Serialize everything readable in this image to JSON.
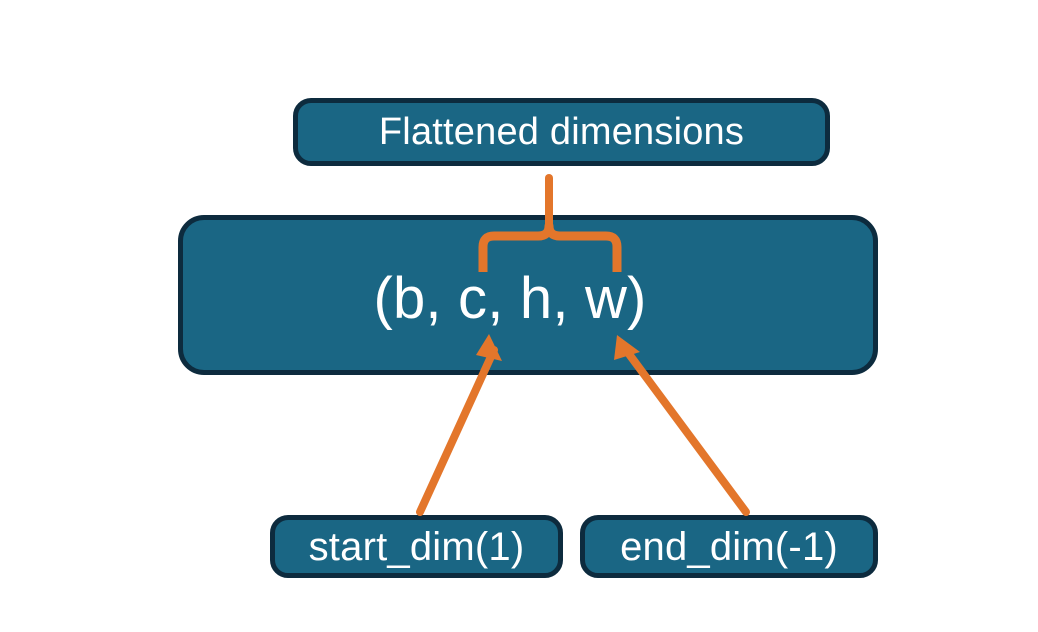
{
  "diagram": {
    "title_text": "Flattened dimensions",
    "shape_text": "(b, c, h, w)",
    "start_dim_text": "start_dim(1)",
    "end_dim_text": "end_dim(-1)",
    "colors": {
      "node_fill": "#1a6684",
      "node_border": "#0d2b3e",
      "node_text": "#ffffff",
      "connector": "#e3762b",
      "background": "#ffffff"
    },
    "nodes": [
      {
        "id": "flattened",
        "label": "Flattened dimensions"
      },
      {
        "id": "shape",
        "label": "(b, c, h, w)"
      },
      {
        "id": "start-dim",
        "label": "start_dim(1)"
      },
      {
        "id": "end-dim",
        "label": "end_dim(-1)"
      }
    ],
    "connectors": [
      {
        "id": "brace",
        "type": "curly-brace-up",
        "from": "shape-dims-c-h-w",
        "to": "flattened"
      },
      {
        "id": "start-arrow",
        "type": "arrow",
        "from": "start-dim",
        "to": "shape-dim-c"
      },
      {
        "id": "end-arrow",
        "type": "arrow",
        "from": "end-dim",
        "to": "shape-dim-w"
      }
    ]
  }
}
